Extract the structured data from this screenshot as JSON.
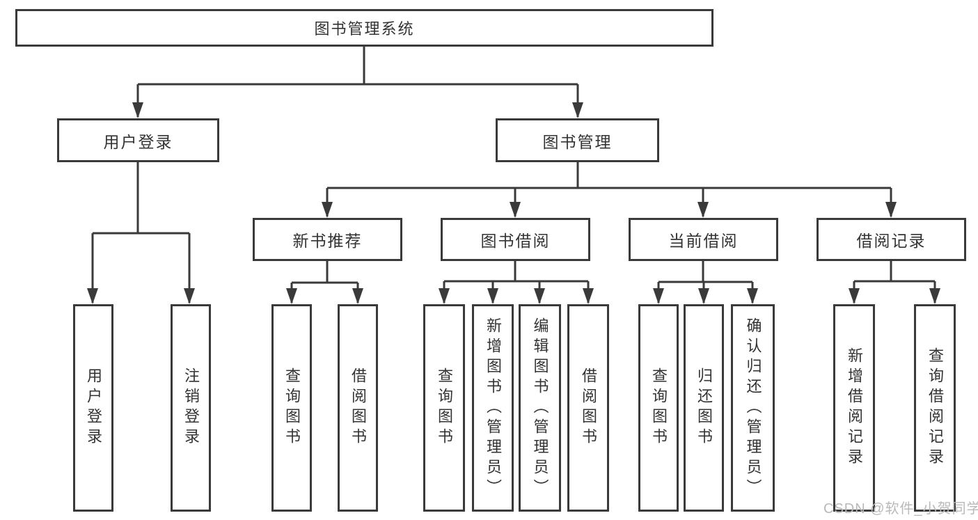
{
  "diagram": {
    "root": {
      "label": "图书管理系统"
    },
    "level2": [
      {
        "label": "用户登录"
      },
      {
        "label": "图书管理"
      }
    ],
    "level3": [
      {
        "label": "新书推荐",
        "parent": "图书管理"
      },
      {
        "label": "图书借阅",
        "parent": "图书管理"
      },
      {
        "label": "当前借阅",
        "parent": "图书管理"
      },
      {
        "label": "借阅记录",
        "parent": "图书管理"
      }
    ],
    "leaves": [
      {
        "label": "用户登录",
        "parent": "用户登录"
      },
      {
        "label": "注销登录",
        "parent": "用户登录"
      },
      {
        "label": "查询图书",
        "parent": "新书推荐"
      },
      {
        "label": "借阅图书",
        "parent": "新书推荐"
      },
      {
        "label": "查询图书",
        "parent": "图书借阅"
      },
      {
        "label": "新增图书（管理员）",
        "parent": "图书借阅"
      },
      {
        "label": "编辑图书（管理员）",
        "parent": "图书借阅"
      },
      {
        "label": "借阅图书",
        "parent": "图书借阅"
      },
      {
        "label": "查询图书",
        "parent": "当前借阅"
      },
      {
        "label": "归还图书",
        "parent": "当前借阅"
      },
      {
        "label": "确认归还（管理员）",
        "parent": "当前借阅"
      },
      {
        "label": "新增借阅记录",
        "parent": "借阅记录"
      },
      {
        "label": "查询借阅记录",
        "parent": "借阅记录"
      }
    ]
  },
  "watermark": {
    "text": "CSDN @软件_小贺同学"
  },
  "colors": {
    "line": "#3a3a3a",
    "text": "#333333",
    "background": "#ffffff",
    "watermark": "#b9b9b9"
  }
}
